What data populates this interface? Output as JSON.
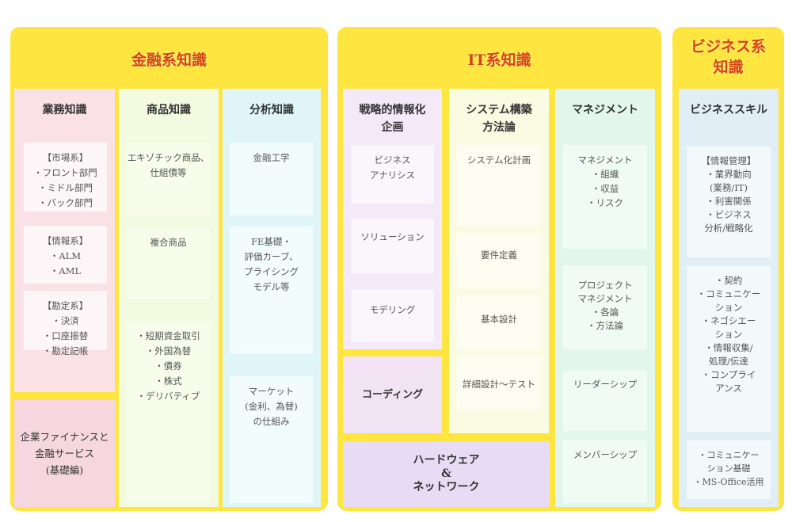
{
  "finance": {
    "title": "金融系知識",
    "business": {
      "heading": "業務知識",
      "boxes": [
        "【市場系】\n・フロント部門\n・ミドル部門\n・バック部門",
        "【情報系】\n・ALM\n・AML",
        "【勘定系】\n・決済\n・口座振替\n・勘定記帳"
      ]
    },
    "corporate": "企業ファイナンスと\n金融サービス\n(基礎編)",
    "product": {
      "heading": "商品知識",
      "boxes": [
        "エキゾチック商品、\n仕組債等",
        "複合商品",
        "・短期資金取引\n・外国為替\n・債券\n・株式\n・デリバティブ"
      ]
    },
    "analysis": {
      "heading": "分析知識",
      "boxes": [
        "金融工学",
        "FE基礎・\n評価カーブ、\nプライシング\nモデル等",
        "マーケット\n(金利、為替)\nの仕組み"
      ]
    }
  },
  "it": {
    "title": "IT系知識",
    "strategy": {
      "heading": "戦略的情報化\n企画",
      "boxes": [
        "ビジネス\nアナリシス",
        "ソリューション",
        "モデリング"
      ]
    },
    "coding": "コーディング",
    "system": {
      "heading": "システム構築\n方法論",
      "boxes": [
        "システム化計画",
        "要件定義",
        "基本設計",
        "詳細設計〜テスト"
      ]
    },
    "hardware": "ハードウェア\n&\nネットワーク",
    "management": {
      "heading": "マネジメント",
      "boxes": [
        "マネジメント\n・組織\n・収益\n・リスク",
        "プロジェクト\nマネジメント\n・各論\n・方法論",
        "リーダーシップ",
        "メンバーシップ"
      ]
    }
  },
  "biz": {
    "title": "ビジネス系\n知識",
    "skill": {
      "heading": "ビジネススキル",
      "boxes": [
        "【情報管理】\n・業界動向\n(業務/IT)\n・利害関係\n・ビジネス\n分析/戦略化",
        "・契約\n・コミュニケー\nション\n・ネゴシエー\nション\n・情報収集/\n処理/伝達\n・コンプライ\nアンス",
        "・コミュニケー\nション基礎\n・MS-Office活用"
      ]
    }
  }
}
